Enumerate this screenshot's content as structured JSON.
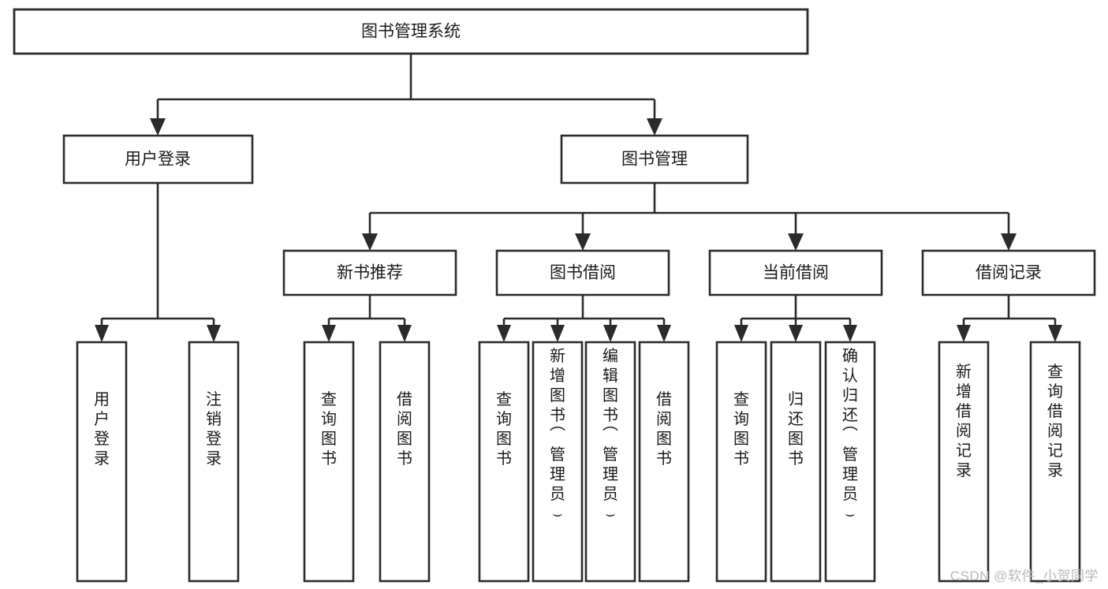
{
  "diagram": {
    "type": "tree-hierarchy",
    "title": "图书管理系统",
    "orientation": "top-down",
    "colors": {
      "box_border": "#2b2b2b",
      "box_fill": "#ffffff",
      "connector": "#2b2b2b",
      "text": "#1b1b1b",
      "background": "#ffffff",
      "watermark": "#b9b9b9"
    },
    "root": {
      "id": "root",
      "label": "图书管理系统"
    },
    "level2": [
      {
        "id": "user-login",
        "label": "用户登录"
      },
      {
        "id": "book-manage",
        "label": "图书管理"
      }
    ],
    "level3": [
      {
        "id": "new-book-recommend",
        "label": "新书推荐",
        "parent": "book-manage"
      },
      {
        "id": "book-borrow",
        "label": "图书借阅",
        "parent": "book-manage"
      },
      {
        "id": "current-borrow",
        "label": "当前借阅",
        "parent": "book-manage"
      },
      {
        "id": "borrow-record",
        "label": "借阅记录",
        "parent": "book-manage"
      }
    ],
    "leaves": [
      {
        "id": "leaf-user-login",
        "label": "用户登录",
        "parent": "user-login"
      },
      {
        "id": "leaf-logout-login",
        "label": "注销登录",
        "parent": "user-login"
      },
      {
        "id": "leaf-query-book-1",
        "label": "查询图书",
        "parent": "new-book-recommend"
      },
      {
        "id": "leaf-borrow-book-1",
        "label": "借阅图书",
        "parent": "new-book-recommend"
      },
      {
        "id": "leaf-query-book-2",
        "label": "查询图书",
        "parent": "book-borrow"
      },
      {
        "id": "leaf-add-book-admin",
        "label": "新增图书（管理员）",
        "parent": "book-borrow"
      },
      {
        "id": "leaf-edit-book-admin",
        "label": "编辑图书（管理员）",
        "parent": "book-borrow"
      },
      {
        "id": "leaf-borrow-book-2",
        "label": "借阅图书",
        "parent": "book-borrow"
      },
      {
        "id": "leaf-query-book-3",
        "label": "查询图书",
        "parent": "current-borrow"
      },
      {
        "id": "leaf-return-book",
        "label": "归还图书",
        "parent": "current-borrow"
      },
      {
        "id": "leaf-confirm-return-admin",
        "label": "确认归还（管理员）",
        "parent": "current-borrow"
      },
      {
        "id": "leaf-add-borrow-record",
        "label": "新增借阅记录",
        "parent": "borrow-record"
      },
      {
        "id": "leaf-query-borrow-record",
        "label": "查询借阅记录",
        "parent": "borrow-record"
      }
    ]
  },
  "watermark": {
    "text": "CSDN @软件_小贺同学"
  }
}
